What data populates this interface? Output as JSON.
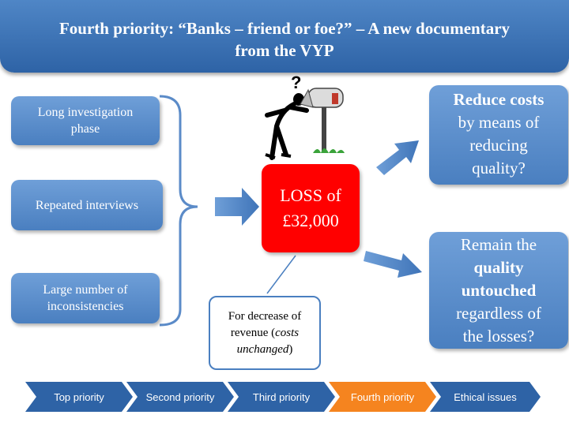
{
  "title": {
    "line1": "Fourth priority: “Banks – friend or foe?” – A new documentary",
    "line2": "from the VYP"
  },
  "left_boxes": [
    {
      "line1": "Long investigation",
      "line2": "phase"
    },
    {
      "line1": "Repeated interviews"
    },
    {
      "line1": "Large number of",
      "line2": "inconsistencies"
    }
  ],
  "loss": {
    "line1": "LOSS of",
    "line2": "£32,000"
  },
  "callout": {
    "line1": "For decrease of",
    "line2": "revenue (",
    "italic": "costs",
    "italic2": "unchanged",
    "close": ")"
  },
  "option_top": {
    "line1": "Reduce costs",
    "line2": "by means of",
    "line3": "reducing",
    "line4": "quality?"
  },
  "option_bottom": {
    "line1": "Remain the",
    "line2": "quality",
    "line3": "untouched",
    "line4": "regardless of",
    "line5": "the losses?"
  },
  "chevrons": [
    {
      "label": "Top priority",
      "color": "#2e63a6"
    },
    {
      "label": "Second priority",
      "color": "#2e63a6"
    },
    {
      "label": "Third priority",
      "color": "#2e63a6"
    },
    {
      "label": "Fourth priority",
      "color": "#f5841f"
    },
    {
      "label": "Ethical issues",
      "color": "#2e63a6"
    }
  ],
  "icons": {
    "question_mark": "?"
  }
}
